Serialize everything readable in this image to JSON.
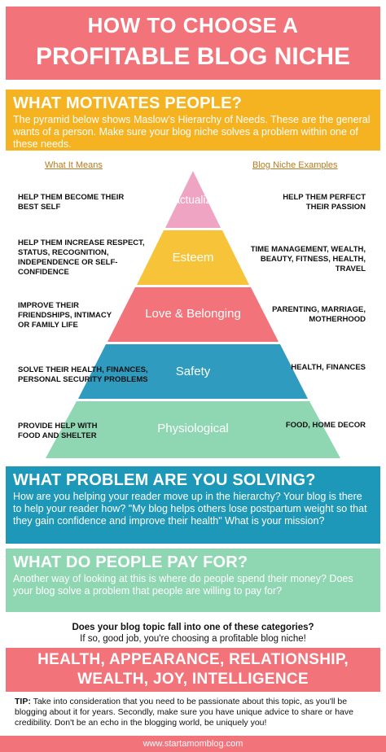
{
  "title": {
    "line1": "HOW TO CHOOSE A",
    "line2": "PROFITABLE BLOG NICHE"
  },
  "motivates": {
    "heading": "WHAT MOTIVATES PEOPLE?",
    "body": "The pyramid below shows Maslow's Hierarchy of Needs. These are the general wants of a person. Make sure your blog niche solves a problem within one of these needs."
  },
  "columns": {
    "left": "What It Means",
    "right": "Blog Niche Examples"
  },
  "tiers": [
    {
      "name": "Self-actualization",
      "means": "HELP THEM BECOME THEIR BEST SELF",
      "examples": "HELP THEM PERFECT THEIR PASSION",
      "color": "#efa4c4"
    },
    {
      "name": "Esteem",
      "means": "HELP THEM INCREASE RESPECT, STATUS, RECOGNITION, INDEPENDENCE OR SELF-CONFIDENCE",
      "examples": "TIME MANAGEMENT, WEALTH, BEAUTY, FITNESS, HEALTH, TRAVEL",
      "color": "#f6c339"
    },
    {
      "name": "Love & Belonging",
      "means": "IMPROVE THEIR FRIENDSHIPS, INTIMACY OR FAMILY LIFE",
      "examples": "PARENTING, MARRIAGE, MOTHERHOOD",
      "color": "#f2737a"
    },
    {
      "name": "Safety",
      "means": "SOLVE THEIR HEALTH, FINANCES, PERSONAL SECURITY PROBLEMS",
      "examples": "HEALTH, FINANCES",
      "color": "#2f9bbf"
    },
    {
      "name": "Physiological",
      "means": "PROVIDE HELP WITH FOOD AND SHELTER",
      "examples": "FOOD, HOME DECOR",
      "color": "#8fd6b2"
    }
  ],
  "problem": {
    "heading": "WHAT PROBLEM ARE YOU SOLVING?",
    "body": "How are you helping your reader move up in the hierarchy? Your blog is there to help your reader how? \"My blog helps others lose postpartum weight so that they gain confidence and improve their health\" What is your mission?"
  },
  "pay": {
    "heading": "WHAT DO PEOPLE PAY FOR?",
    "body": "Another way of looking at this is where do people spend their money? Does your blog solve a problem that people are willing to pay for?"
  },
  "question": {
    "q": "Does your blog topic fall into one of these categories?",
    "a": "If so, good job, you're choosing a profitable blog niche!"
  },
  "categories": {
    "line1": "HEALTH, APPEARANCE, RELATIONSHIP,",
    "line2": "WEALTH, JOY, INTELLIGENCE"
  },
  "tip": {
    "label": "TIP:",
    "text": " Take into consideration that you need to be passionate about this topic, as you'll be blogging about it for years. Secondly, make sure you have unique advice to share or have credibility. Don't be an echo in the blogging world, be uniquely you!"
  },
  "footer": "www.startamomblog.com"
}
